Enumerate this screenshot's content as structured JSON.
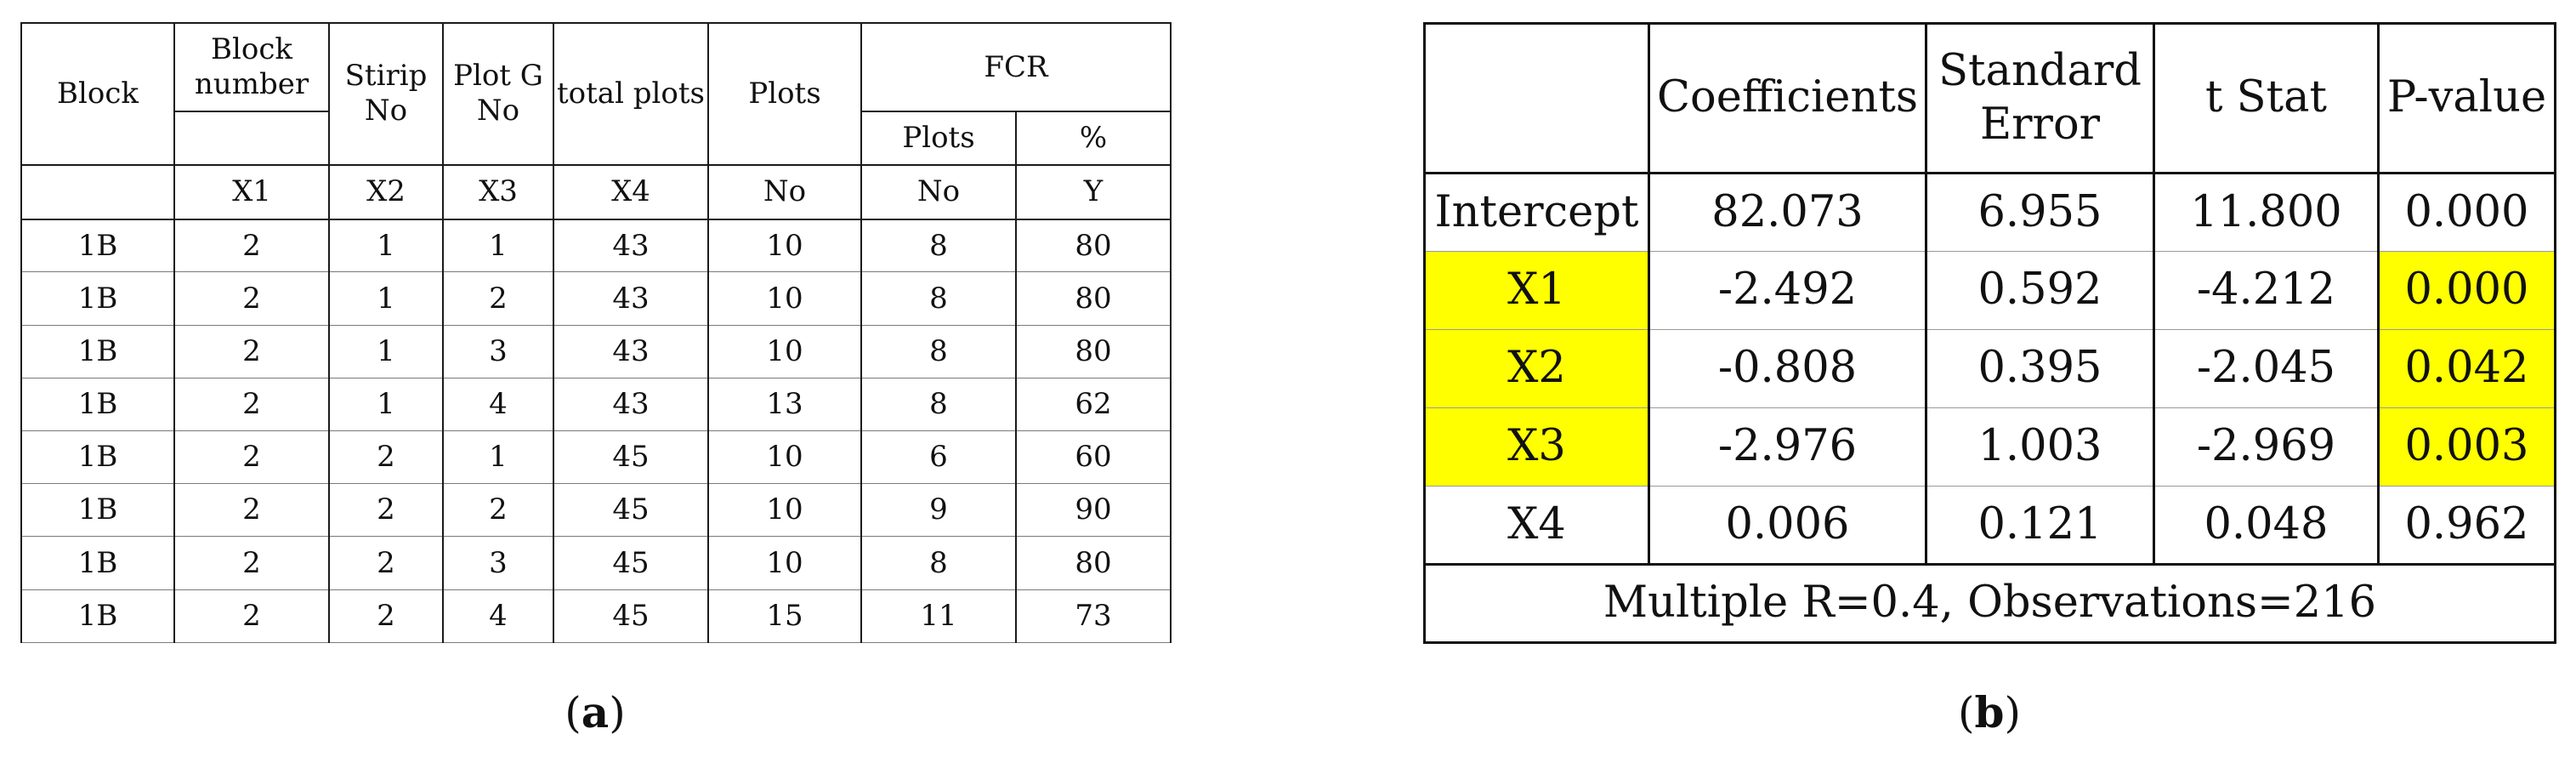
{
  "table_a": {
    "header_row1": {
      "block": "Block",
      "block_number": "Block number",
      "strip_no": "Stirip No",
      "plot_g_no": "Plot G No",
      "total_plots": "total plots",
      "plots": "Plots",
      "fcr": "FCR"
    },
    "header_row2": {
      "fcr_plots": "Plots",
      "fcr_percent": "%"
    },
    "var_row": [
      "",
      "X1",
      "X2",
      "X3",
      "X4",
      "No",
      "No",
      "Y"
    ],
    "rows": [
      [
        "1B",
        "2",
        "1",
        "1",
        "43",
        "10",
        "8",
        "80"
      ],
      [
        "1B",
        "2",
        "1",
        "2",
        "43",
        "10",
        "8",
        "80"
      ],
      [
        "1B",
        "2",
        "1",
        "3",
        "43",
        "10",
        "8",
        "80"
      ],
      [
        "1B",
        "2",
        "1",
        "4",
        "43",
        "13",
        "8",
        "62"
      ],
      [
        "1B",
        "2",
        "2",
        "1",
        "45",
        "10",
        "6",
        "60"
      ],
      [
        "1B",
        "2",
        "2",
        "2",
        "45",
        "10",
        "9",
        "90"
      ],
      [
        "1B",
        "2",
        "2",
        "3",
        "45",
        "10",
        "8",
        "80"
      ],
      [
        "1B",
        "2",
        "2",
        "4",
        "45",
        "15",
        "11",
        "73"
      ]
    ],
    "caption_letter": "a"
  },
  "table_b": {
    "headers": [
      "",
      "Coefficients",
      "Standard Error",
      "t Stat",
      "P-value"
    ],
    "rows": [
      [
        "Intercept",
        "82.073",
        "6.955",
        "11.800",
        "0.000"
      ],
      [
        "X1",
        "-2.492",
        "0.592",
        "-4.212",
        "0.000"
      ],
      [
        "X2",
        "-0.808",
        "0.395",
        "-2.045",
        "0.042"
      ],
      [
        "X3",
        "-2.976",
        "1.003",
        "-2.969",
        "0.003"
      ],
      [
        "X4",
        "0.006",
        "0.121",
        "0.048",
        "0.962"
      ]
    ],
    "footer": "Multiple R=0.4, Observations=216",
    "highlight_color": "#ffff00",
    "caption_letter": "b"
  }
}
